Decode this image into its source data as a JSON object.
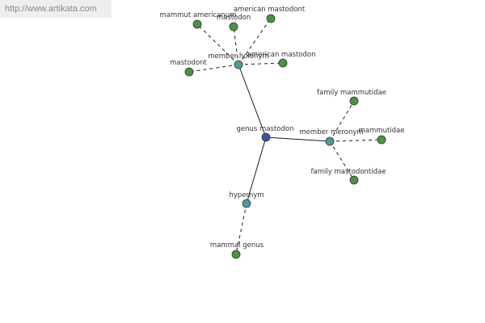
{
  "watermark": "http://www.artikata.com",
  "graph": {
    "colors": {
      "center": "#3f51a5",
      "relation": "#4f9a9e",
      "leaf": "#4d9244",
      "outline": "#2c3b2c",
      "edge": "#1a1a1a"
    },
    "nodes": [
      {
        "id": "genus-mastodon",
        "label": "genus mastodon",
        "kind": "center"
      },
      {
        "id": "member-holonym",
        "label": "member holonym",
        "kind": "relation"
      },
      {
        "id": "member-meronym",
        "label": "member meronym",
        "kind": "relation"
      },
      {
        "id": "hypernym",
        "label": "hypernym",
        "kind": "relation"
      },
      {
        "id": "mammut-americanum",
        "label": "mammut americanum",
        "kind": "leaf"
      },
      {
        "id": "mastodon",
        "label": "mastodon",
        "kind": "leaf"
      },
      {
        "id": "american-mastodont",
        "label": "american mastodont",
        "kind": "leaf"
      },
      {
        "id": "mastodont",
        "label": "mastodont",
        "kind": "leaf"
      },
      {
        "id": "american-mastodon",
        "label": "american mastodon",
        "kind": "leaf"
      },
      {
        "id": "family-mammutidae",
        "label": "family mammutidae",
        "kind": "leaf"
      },
      {
        "id": "mammutidae",
        "label": "mammutidae",
        "kind": "leaf"
      },
      {
        "id": "family-mastodontidae",
        "label": "family mastodontidae",
        "kind": "leaf"
      },
      {
        "id": "mammal-genus",
        "label": "mammal genus",
        "kind": "leaf"
      }
    ],
    "edges": [
      {
        "from": "genus-mastodon",
        "to": "member-holonym",
        "style": "solid"
      },
      {
        "from": "genus-mastodon",
        "to": "member-meronym",
        "style": "solid"
      },
      {
        "from": "genus-mastodon",
        "to": "hypernym",
        "style": "solid"
      },
      {
        "from": "member-holonym",
        "to": "mammut-americanum",
        "style": "dashed"
      },
      {
        "from": "member-holonym",
        "to": "mastodon",
        "style": "dashed"
      },
      {
        "from": "member-holonym",
        "to": "american-mastodont",
        "style": "dashed"
      },
      {
        "from": "member-holonym",
        "to": "mastodont",
        "style": "dashed"
      },
      {
        "from": "member-holonym",
        "to": "american-mastodon",
        "style": "dashed"
      },
      {
        "from": "member-meronym",
        "to": "family-mammutidae",
        "style": "dashed"
      },
      {
        "from": "member-meronym",
        "to": "mammutidae",
        "style": "dashed"
      },
      {
        "from": "member-meronym",
        "to": "family-mastodontidae",
        "style": "dashed"
      },
      {
        "from": "hypernym",
        "to": "mammal-genus",
        "style": "dashed"
      }
    ]
  }
}
